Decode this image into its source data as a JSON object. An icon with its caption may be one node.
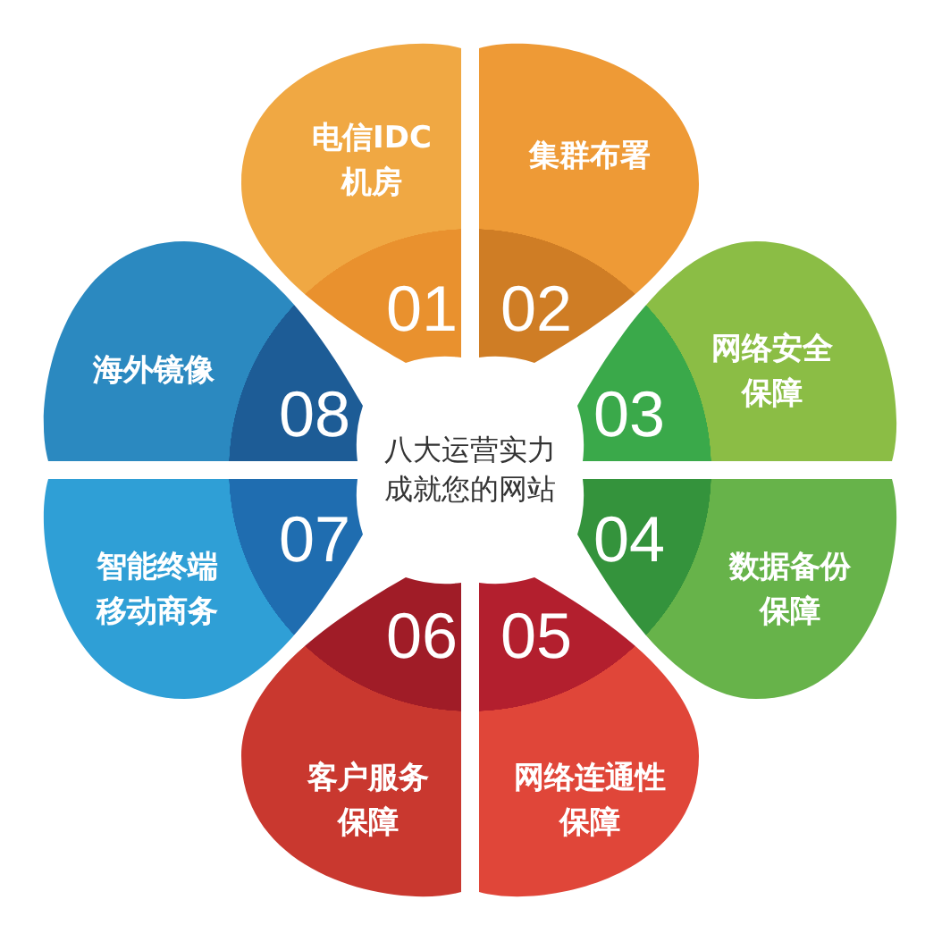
{
  "diagram": {
    "nodes": [
      {
        "text": [
          "八大运营实力成就您的网站"
        ]
      },
      {
        "text": [
          "电信IDC机房",
          "01"
        ]
      },
      {
        "text": [
          "集群布署",
          "02"
        ]
      },
      {
        "text": [
          "网络安全保障",
          "03"
        ]
      },
      {
        "text": [
          "04",
          "数据备份保障"
        ]
      },
      {
        "text": [
          "05",
          "网络连通性保障"
        ]
      },
      {
        "text": [
          "06",
          "客户服务保障"
        ]
      },
      {
        "text": [
          "07",
          "智能终端移动商务"
        ]
      },
      {
        "text": [
          "海外镜像",
          "08"
        ]
      }
    ]
  }
}
